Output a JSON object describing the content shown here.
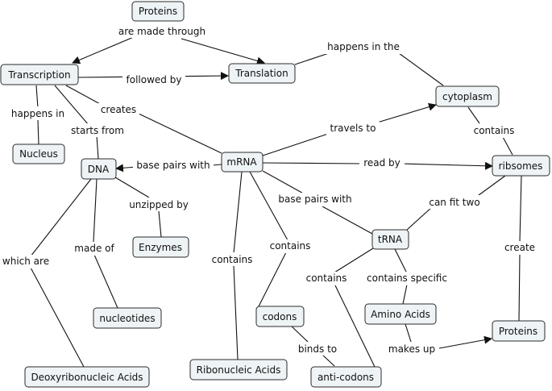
{
  "nodes": {
    "proteins_top": "Proteins",
    "transcription": "Transcription",
    "translation": "Translation",
    "cytoplasm": "cytoplasm",
    "nucleus": "Nucleus",
    "dna": "DNA",
    "mrna": "mRNA",
    "ribsomes": "ribsomes",
    "enzymes": "Enzymes",
    "trna": "tRNA",
    "nucleotides": "nucleotides",
    "codons": "codons",
    "amino_acids": "Amino Acids",
    "proteins_bottom": "Proteins",
    "deoxyribonucleic_acids": "Deoxyribonucleic Acids",
    "ribonucleic_acids": "Ribonucleic Acids",
    "anti_codons": "anti-codons"
  },
  "links": {
    "are_made_through": "are made through",
    "followed_by": "followed by",
    "happens_in_the": "happens in the",
    "happens_in": "happens in",
    "creates": "creates",
    "starts_from": "starts from",
    "travels_to": "travels to",
    "contains_ribsomes": "contains",
    "base_pairs_with_dna": "base pairs with",
    "read_by": "read by",
    "unzipped_by": "unzipped by",
    "base_pairs_with_trna": "base pairs with",
    "can_fit_two": "can fit two",
    "which_are": "which are",
    "made_of": "made of",
    "contains_codons": "contains",
    "create": "create",
    "contains_ribonucleic": "contains",
    "contains_anticodons": "contains",
    "contains_specific": "contains specific",
    "binds_to": "binds to",
    "makes_up": "makes up"
  }
}
